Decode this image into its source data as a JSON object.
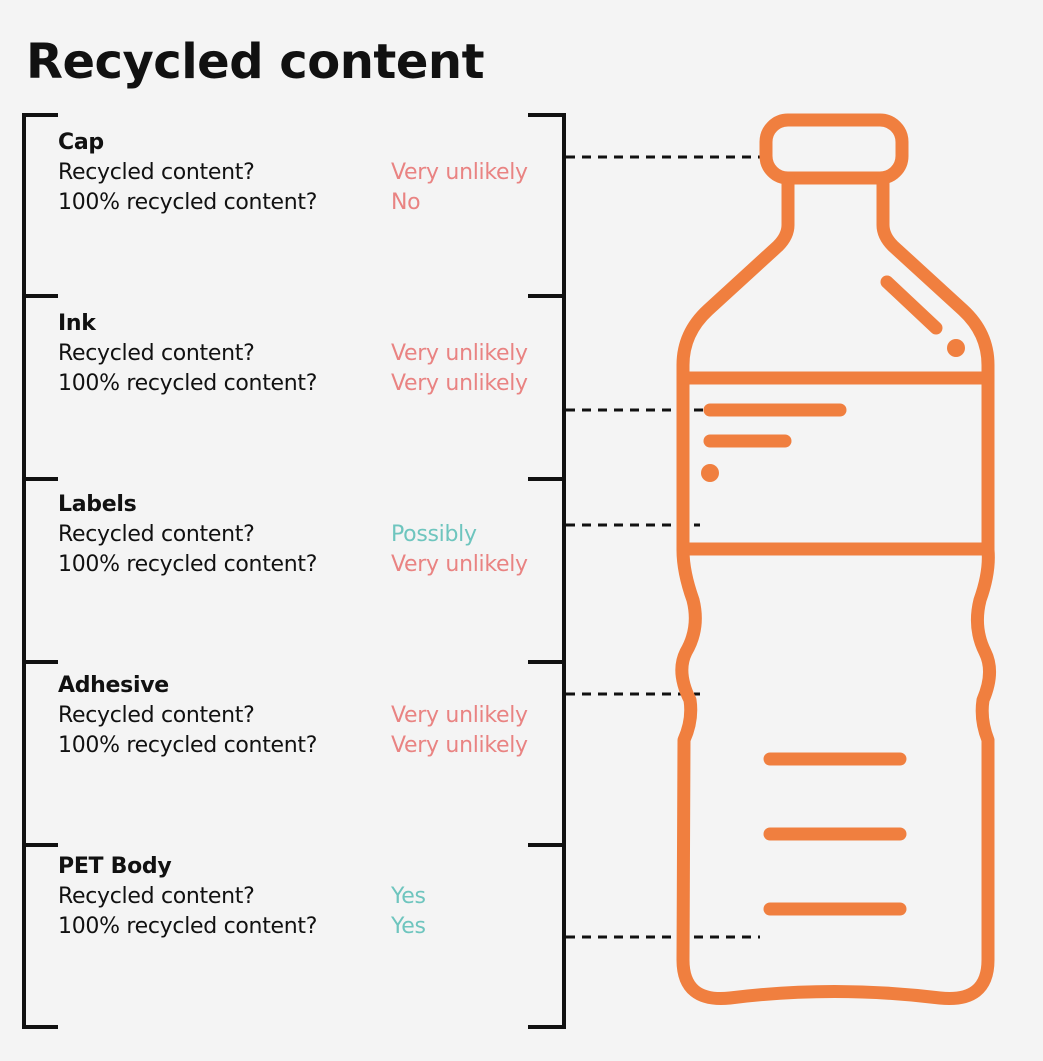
{
  "title": "Recycled content",
  "colors": {
    "negative": "#e98382",
    "positive": "#6ec5be",
    "bottle": "#f07f3f",
    "bracket": "#111111"
  },
  "sections": [
    {
      "name": "Cap",
      "rows": [
        {
          "question": "Recycled content?",
          "answer": "Very unlikely",
          "status": "negative"
        },
        {
          "question": "100% recycled content?",
          "answer": "No",
          "status": "negative"
        }
      ]
    },
    {
      "name": "Ink",
      "rows": [
        {
          "question": "Recycled content?",
          "answer": "Very unlikely",
          "status": "negative"
        },
        {
          "question": "100% recycled content?",
          "answer": "Very unlikely",
          "status": "negative"
        }
      ]
    },
    {
      "name": "Labels",
      "rows": [
        {
          "question": "Recycled content?",
          "answer": "Possibly",
          "status": "positive"
        },
        {
          "question": "100% recycled content?",
          "answer": "Very unlikely",
          "status": "negative"
        }
      ]
    },
    {
      "name": "Adhesive",
      "rows": [
        {
          "question": "Recycled content?",
          "answer": "Very unlikely",
          "status": "negative"
        },
        {
          "question": "100% recycled content?",
          "answer": "Very unlikely",
          "status": "negative"
        }
      ]
    },
    {
      "name": "PET Body",
      "rows": [
        {
          "question": "Recycled content?",
          "answer": "Yes",
          "status": "positive"
        },
        {
          "question": "100% recycled content?",
          "answer": "Yes",
          "status": "positive"
        }
      ]
    }
  ],
  "bottle_icon": "water-bottle-icon"
}
